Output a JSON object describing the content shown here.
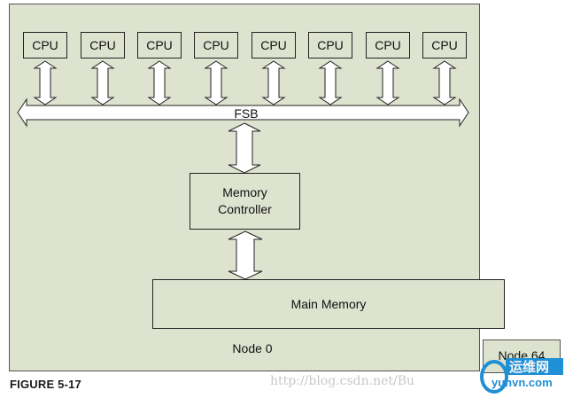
{
  "diagram": {
    "cpus": [
      "CPU",
      "CPU",
      "CPU",
      "CPU",
      "CPU",
      "CPU",
      "CPU",
      "CPU"
    ],
    "bus_label": "FSB",
    "controller_label": "Memory\nController",
    "main_memory_label": "Main Memory",
    "node0_label": "Node 0",
    "node64_label": "Node 64"
  },
  "caption": "FIGURE 5-17",
  "watermark": "http://blog.csdn.net/Bu",
  "logo": {
    "cn": "运维网",
    "en": "yunvn.com"
  },
  "colors": {
    "node_fill": "#dde3cf",
    "stroke": "#222222"
  }
}
